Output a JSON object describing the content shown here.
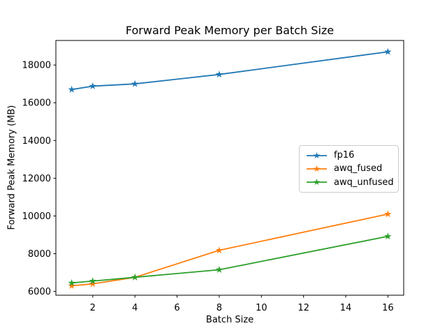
{
  "figure": {
    "background": "#ffffff",
    "text_color": "#000000",
    "axis_color": "#000000"
  },
  "chart_data": {
    "type": "line",
    "title": "Forward Peak Memory per Batch Size",
    "xlabel": "Batch Size",
    "ylabel": "Forward Peak Memory (MB)",
    "x": [
      1,
      2,
      4,
      8,
      16
    ],
    "series": [
      {
        "name": "fp16",
        "color": "#1f77b4",
        "values": [
          16700,
          16880,
          17000,
          17500,
          18700
        ]
      },
      {
        "name": "awq_fused",
        "color": "#ff7f0e",
        "values": [
          6300,
          6400,
          6750,
          8180,
          10100
        ]
      },
      {
        "name": "awq_unfused",
        "color": "#2ca02c",
        "values": [
          6450,
          6550,
          6750,
          7150,
          8920
        ]
      }
    ],
    "marker": "star",
    "xticks": [
      2,
      4,
      6,
      8,
      10,
      12,
      14,
      16
    ],
    "yticks": [
      6000,
      8000,
      10000,
      12000,
      14000,
      16000,
      18000
    ],
    "xlim": [
      0.25,
      16.75
    ],
    "ylim": [
      5800,
      19300
    ],
    "grid": false,
    "legend": {
      "position": "center-right",
      "border_color": "#cccccc",
      "entries": [
        "fp16",
        "awq_fused",
        "awq_unfused"
      ]
    }
  }
}
